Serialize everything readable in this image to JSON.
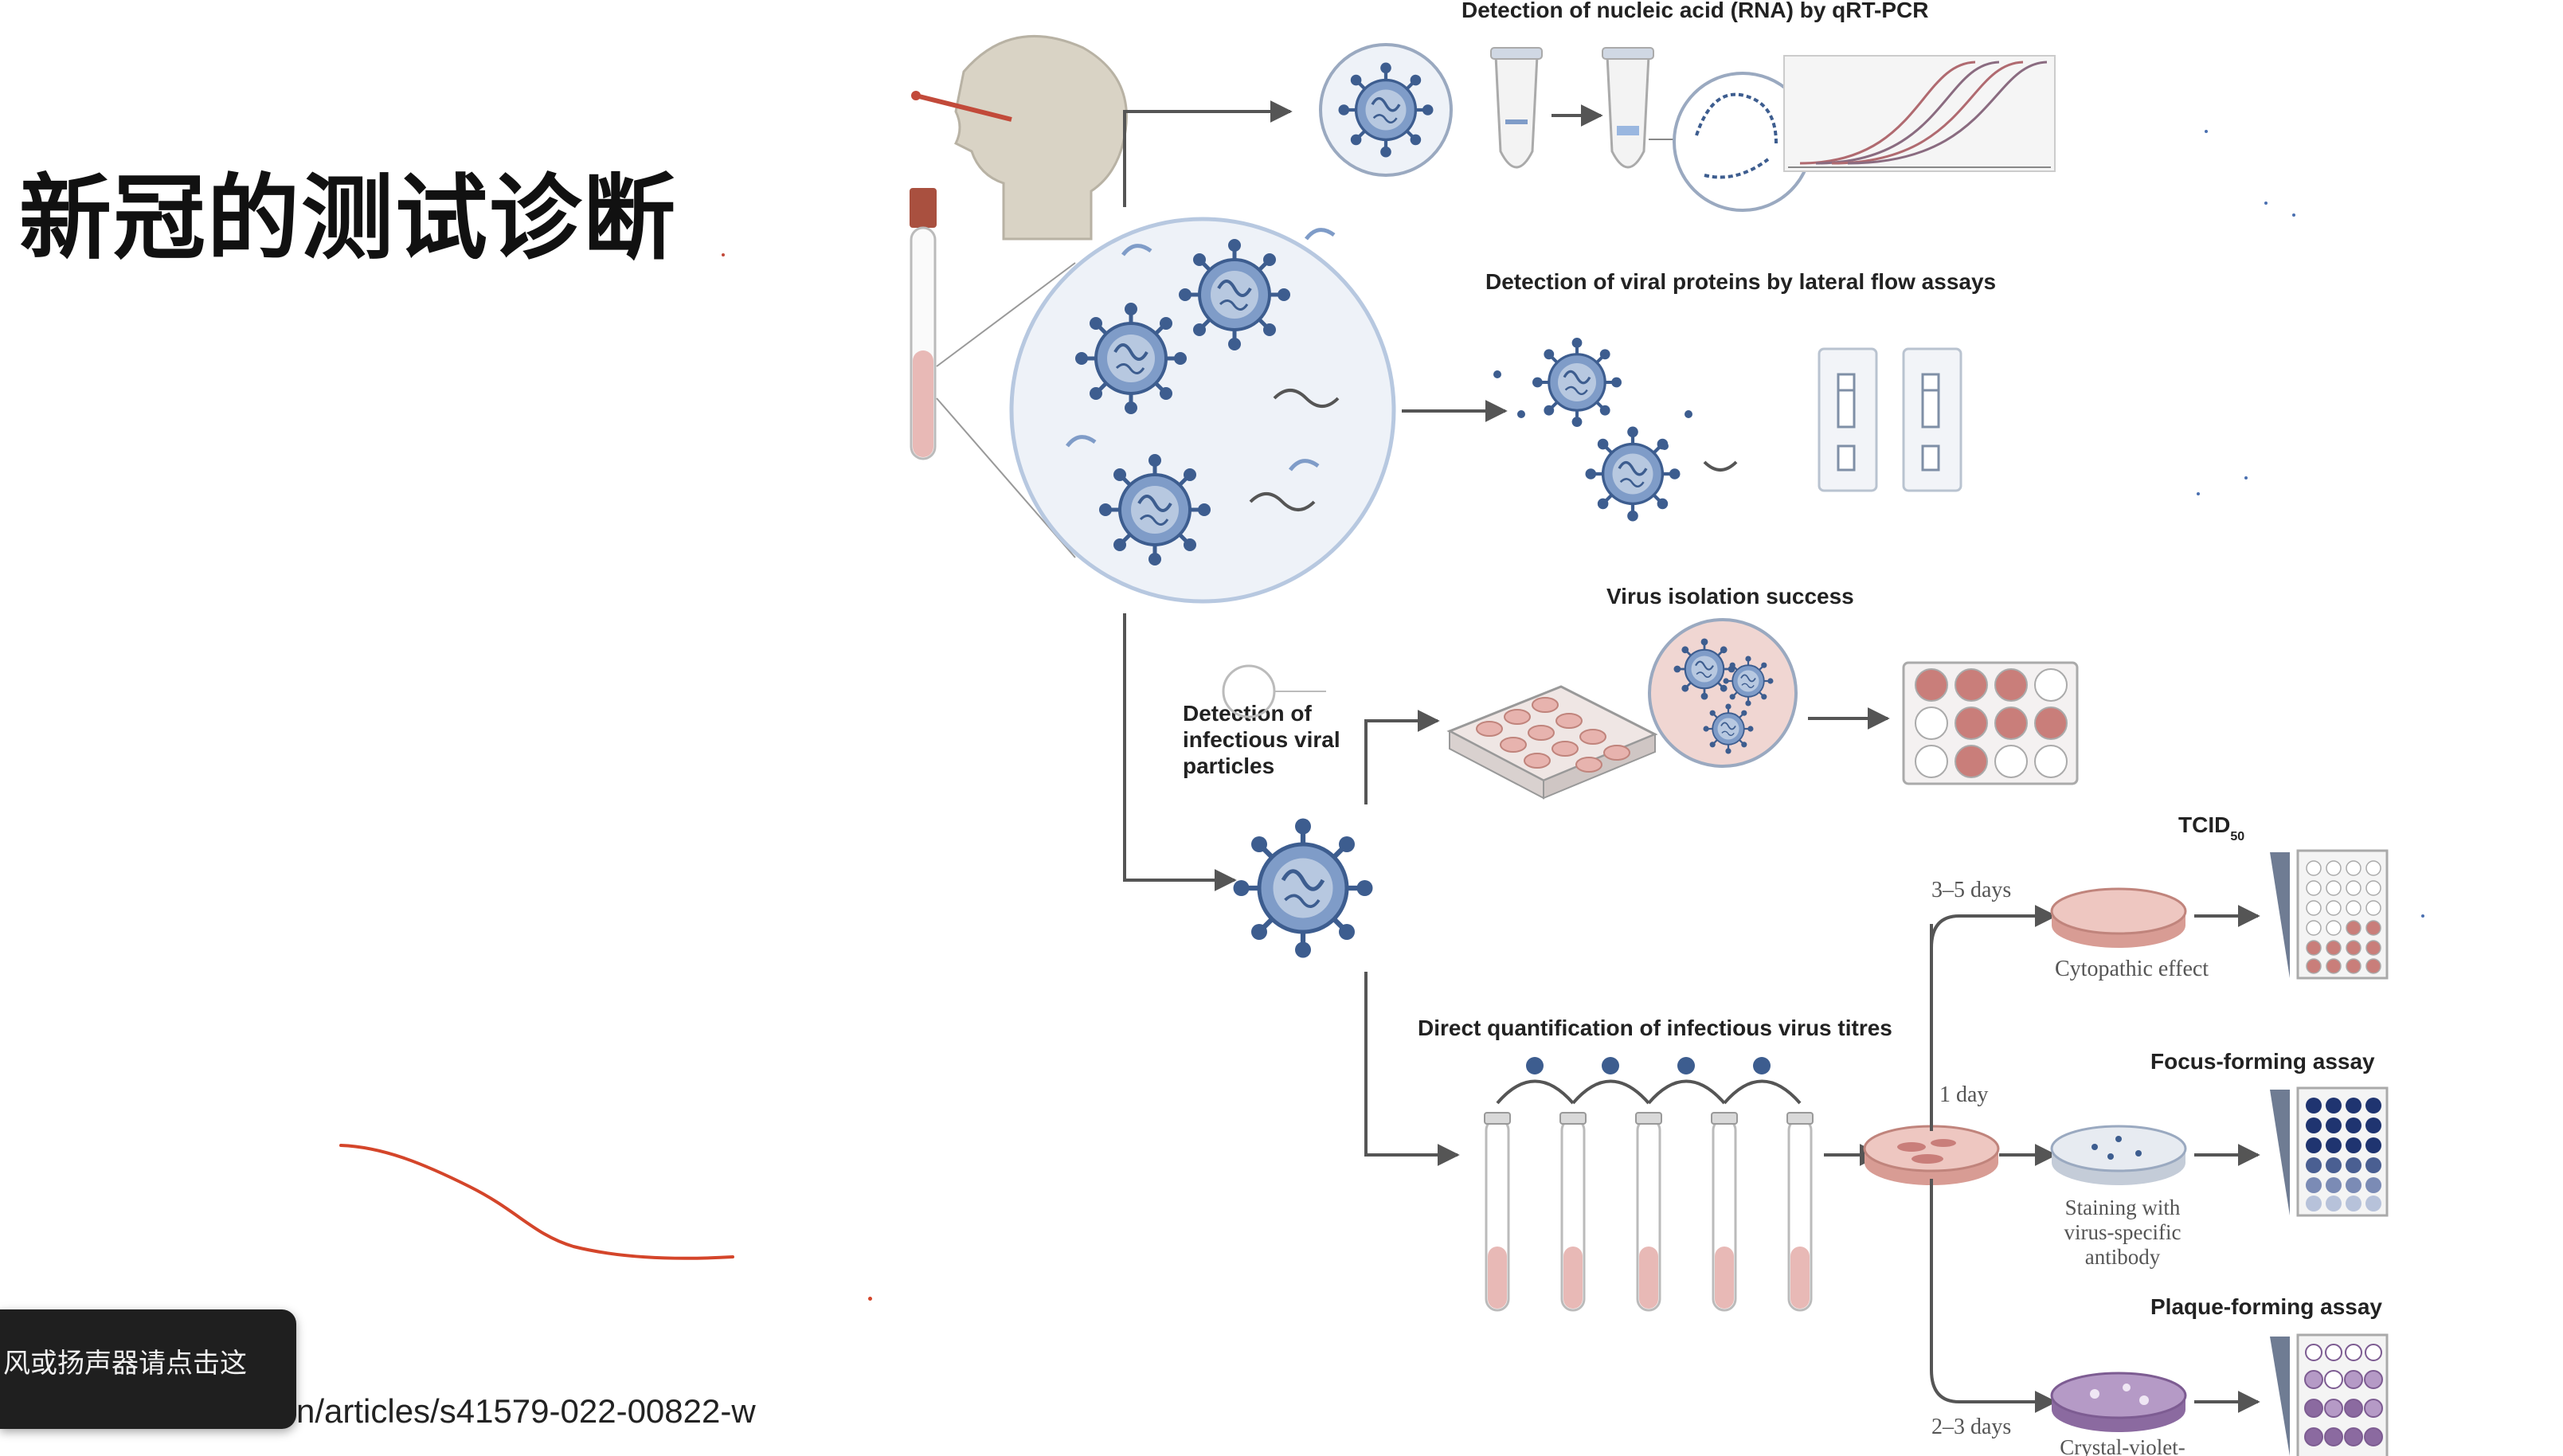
{
  "slide": {
    "title": "新冠的测试诊断",
    "source_url": "n/articles/s41579-022-00822-w",
    "toast_text": "风或扬声器请点击这"
  },
  "figure": {
    "section_rna": "Detection of nucleic acid (RNA) by qRT-PCR",
    "section_protein": "Detection of viral proteins by lateral flow assays",
    "section_isolation": "Virus isolation success",
    "section_infectious": [
      "Detection of",
      "infectious viral",
      "particles"
    ],
    "section_titres": "Direct quantification of infectious virus titres",
    "tcid_label": "TCID",
    "tcid_sub": "50",
    "days_3_5": "3–5 days",
    "days_1": "1 day",
    "days_2_3": "2–3 days",
    "cytopathic": "Cytopathic effect",
    "focus_title": "Focus-forming assay",
    "staining": [
      "Staining with",
      "virus-specific",
      "antibody"
    ],
    "plaque_title": "Plaque-forming assay",
    "crystal": "Crystal-violet-"
  },
  "colors": {
    "virus_blue": "#3d5d8f",
    "virus_light": "#b7c8e0",
    "pink": "#e8b9b6",
    "plate_pink": "#c97e7a",
    "navy_dot": "#1f3470",
    "annotation_red": "#d4452a"
  }
}
